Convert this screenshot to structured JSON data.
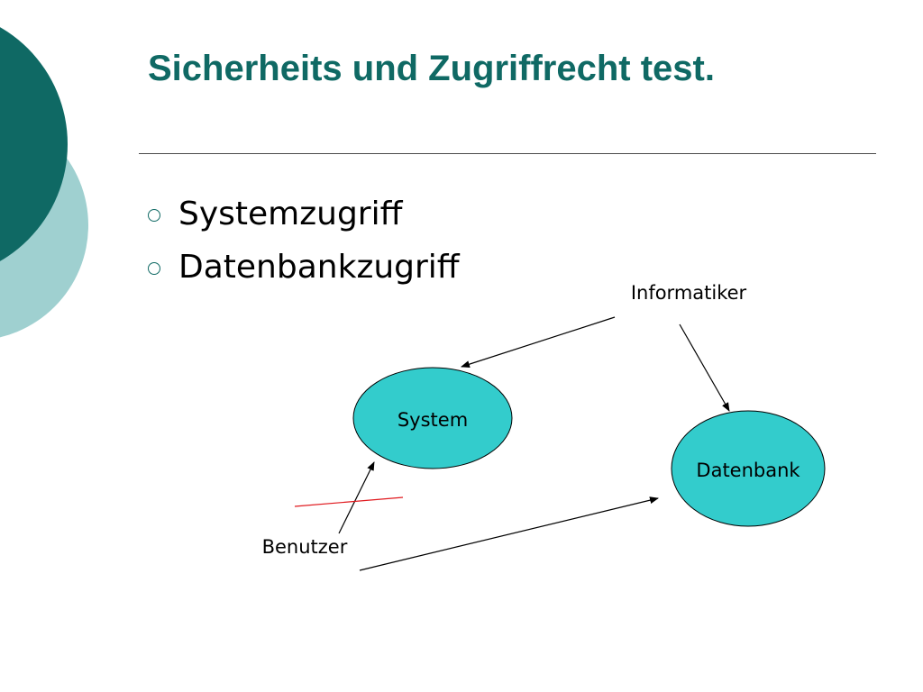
{
  "slide": {
    "title": "Sicherheits und Zugriffrecht test.",
    "bullets": [
      "Systemzugriff",
      "Datenbankzugriff"
    ]
  },
  "diagram": {
    "nodes": {
      "informatiker": "Informatiker",
      "system": "System",
      "datenbank": "Datenbank",
      "benutzer": "Benutzer"
    },
    "edges": [
      {
        "from": "Informatiker",
        "to": "System",
        "blocked": false
      },
      {
        "from": "Informatiker",
        "to": "Datenbank",
        "blocked": false
      },
      {
        "from": "Benutzer",
        "to": "System",
        "blocked": true
      },
      {
        "from": "Benutzer",
        "to": "Datenbank",
        "blocked": false
      }
    ]
  },
  "colors": {
    "title": "#0f6964",
    "ellipse_fill": "#33cccc",
    "decor_dark": "#0f6964",
    "decor_light": "#9fd0d0",
    "blocked_mark": "#e0191e"
  }
}
